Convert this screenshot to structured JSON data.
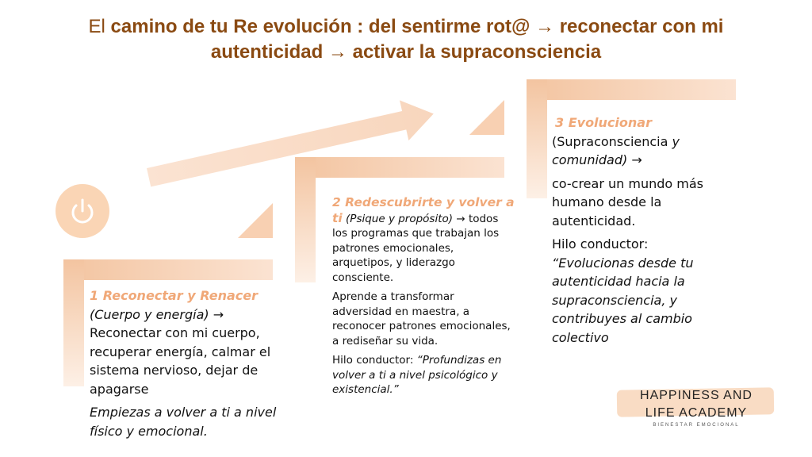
{
  "title": {
    "prefix": "El ",
    "bold_line1": "camino de tu Re evolución : del sentirme rot@ → reconectar con mi",
    "bold_line2": "autenticidad → activar la supraconsciencia"
  },
  "colors": {
    "accent": "#f0a878",
    "title": "#8a4a12",
    "shape": "#f3c4a0"
  },
  "icon": "power-icon",
  "steps": [
    {
      "heading": "1 Reconectar y Renacer",
      "subtitle": "(Cuerpo y energía) →",
      "body": "Reconectar con mi cuerpo, recuperar energía, calmar el sistema nervioso, dejar de apagarse",
      "closing": "Empiezas a volver a ti a nivel físico y emocional."
    },
    {
      "heading": "2 Redescubrirte y volver a ti",
      "subtitle": "(Psique y propósito) →",
      "body": "todos los  programas que trabajan los patrones emocionales, arquetipos, y liderazgo consciente.",
      "body2": "Aprende a transformar adversidad en maestra, a reconocer patrones emocionales, a rediseñar su vida.",
      "thread_label": "Hilo conductor: ",
      "thread": "“Profundizas en volver a ti a nivel psicológico y existencial.”"
    },
    {
      "heading": "3 Evolucionar",
      "subtitle_plain": "(Supraconsciencia ",
      "subtitle_italic": "y comunidad) →",
      "body": "co-crear un mundo más humano desde la autenticidad.",
      "thread_label": "Hilo conductor:",
      "thread": "“Evolucionas desde tu autenticidad hacia la supraconsciencia, y contribuyes al cambio colectivo"
    }
  ],
  "logo": {
    "line1": "HAPPINESS AND",
    "line2": "LIFE ACADEMY",
    "tagline": "BIENESTAR EMOCIONAL"
  }
}
